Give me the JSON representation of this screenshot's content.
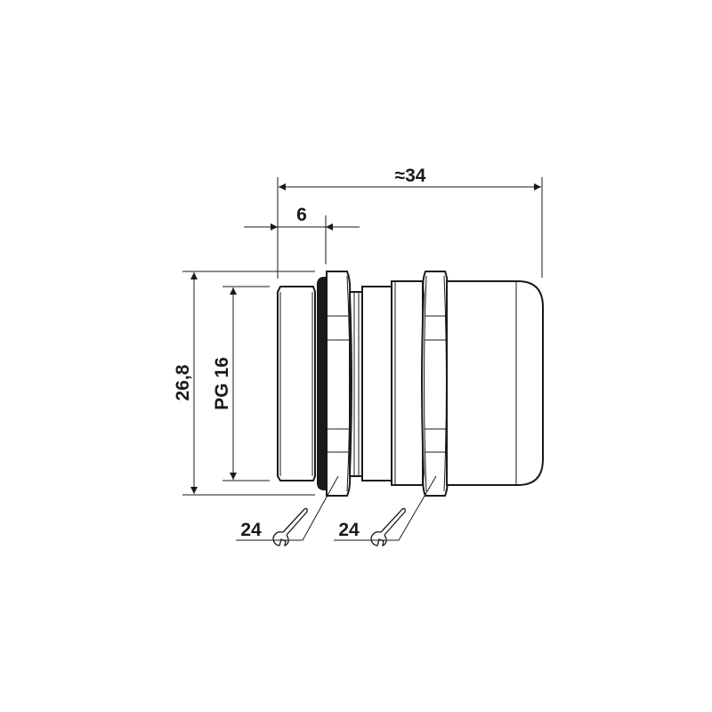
{
  "drawing": {
    "overall_length": "≈34",
    "thread_length": "6",
    "outer_diameter": "26,8",
    "thread_size": "PG 16",
    "wrench_size_1": "24",
    "wrench_size_2": "24"
  },
  "colors": {
    "line": "#1a1a1a",
    "background": "#ffffff"
  }
}
